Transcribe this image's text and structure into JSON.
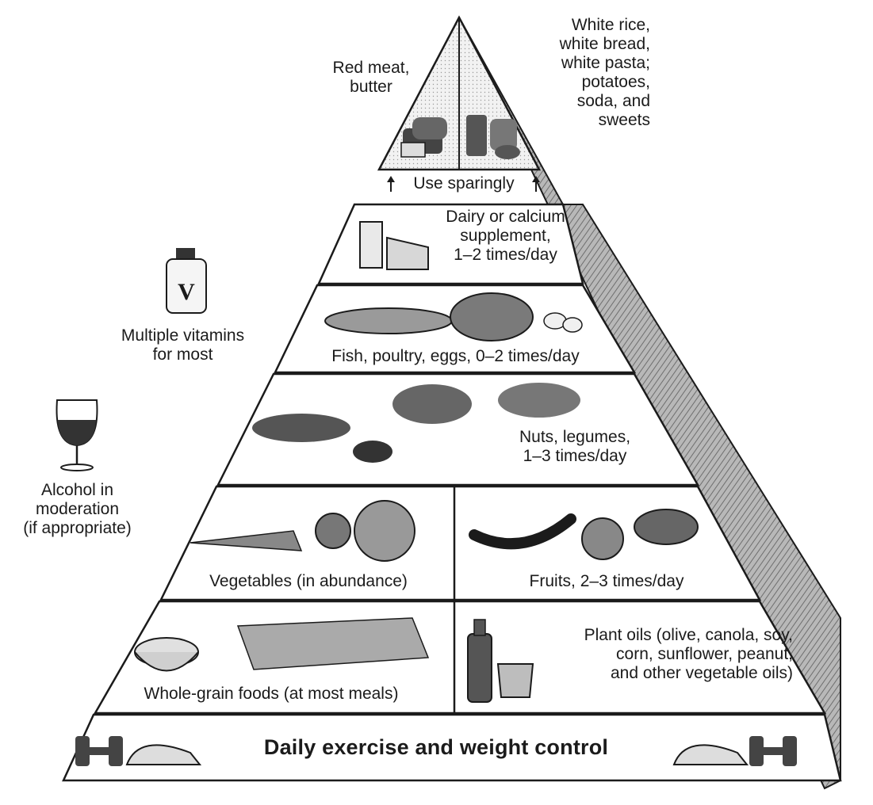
{
  "top": {
    "left_label": "Red meat,\nbutter",
    "right_label": "White rice,\nwhite bread,\nwhite pasta;\npotatoes,\nsoda, and\nsweets",
    "use_sparingly": "Use sparingly"
  },
  "tiers": {
    "dairy": "Dairy or calcium\nsupplement,\n1–2 times/day",
    "protein": "Fish, poultry, eggs, 0–2 times/day",
    "nuts": "Nuts, legumes,\n1–3 times/day",
    "vegetables": "Vegetables (in abundance)",
    "fruits": "Fruits, 2–3 times/day",
    "whole_grain": "Whole-grain foods (at most meals)",
    "plant_oils": "Plant oils (olive, canola, soy,\ncorn, sunflower, peanut,\nand other vegetable oils)",
    "base": "Daily exercise and weight control"
  },
  "side_notes": {
    "vitamins": "Multiple vitamins\nfor most",
    "vitamin_bottle_letter": "V",
    "alcohol": "Alcohol in\nmoderation\n(if appropriate)"
  },
  "colors": {
    "ink": "#1b1b1b",
    "shade": "#8a8a8a",
    "paper": "#ffffff"
  }
}
